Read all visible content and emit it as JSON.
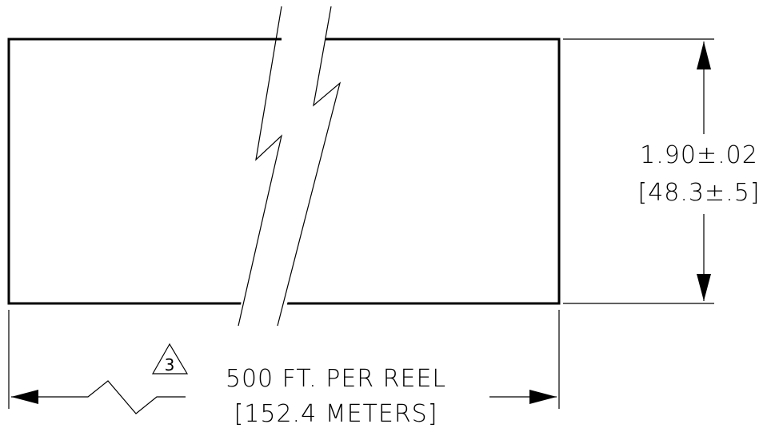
{
  "drawing": {
    "height_dimension": {
      "imperial": "1.90±.02",
      "metric": "[48.3±.5]"
    },
    "length_dimension": {
      "imperial": "500 FT. PER REEL",
      "metric": "[152.4 METERS]"
    },
    "revision_marker": "3"
  }
}
